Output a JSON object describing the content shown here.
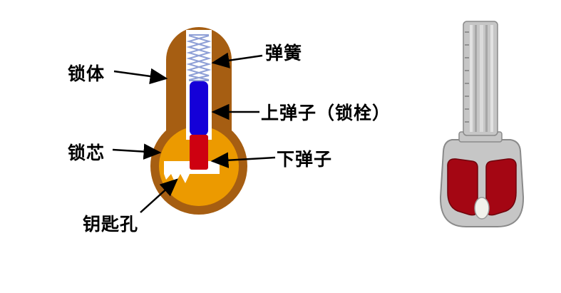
{
  "diagram": {
    "title": "pin-tumbler-lock-cutaway",
    "labels": {
      "lock_body": "锁体",
      "spring": "弹簧",
      "upper_pin": "上弹子（锁栓）",
      "lock_core": "锁芯",
      "lower_pin": "下弹子",
      "keyhole": "钥匙孔"
    }
  },
  "colors": {
    "body_brown": "#A65E12",
    "core_orange": "#EC9A00",
    "spring_blue": "#8E9FD6",
    "upper_pin_blue": "#1400D8",
    "lower_pin_red": "#CE0110",
    "key_gray": "#C6C6C6",
    "key_red": "#A40613"
  }
}
